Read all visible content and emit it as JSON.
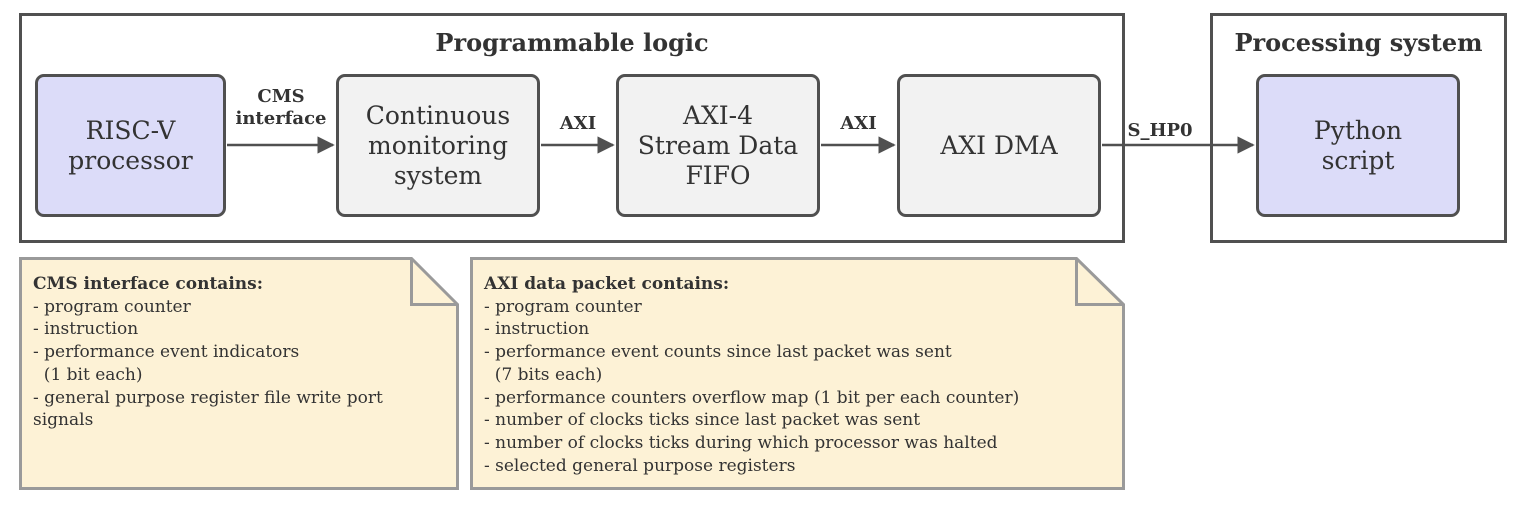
{
  "groups": {
    "pl_title": "Programmable logic",
    "ps_title": "Processing system"
  },
  "blocks": {
    "riscv": "RISC-V\nprocessor",
    "cms": "Continuous\nmonitoring\nsystem",
    "fifo": "AXI-4\nStream Data\nFIFO",
    "dma": "AXI DMA",
    "python": "Python\nscript"
  },
  "edges": {
    "cms_interface": "CMS\ninterface",
    "axi_1": "AXI",
    "axi_2": "AXI",
    "s_hp0": "S_HP0"
  },
  "notes": {
    "cms": {
      "title": "CMS interface contains:",
      "items": [
        "- program counter",
        "- instruction",
        "- performance event indicators",
        "  (1 bit each)",
        "- general purpose register file write port",
        "signals"
      ]
    },
    "axi": {
      "title": "AXI data packet contains:",
      "items": [
        "- program counter",
        "- instruction",
        "- performance event counts since last packet was sent",
        "  (7 bits each)",
        "- performance counters overflow map (1 bit per each counter)",
        "- number of clocks ticks since last packet was sent",
        "- number of clocks ticks during which processor was halted",
        "- selected general purpose registers"
      ]
    }
  },
  "colors": {
    "processor_fill": "#dcdcf9",
    "module_fill": "#f2f2f2",
    "note_fill": "#fdf2d6",
    "stroke": "#505050"
  }
}
